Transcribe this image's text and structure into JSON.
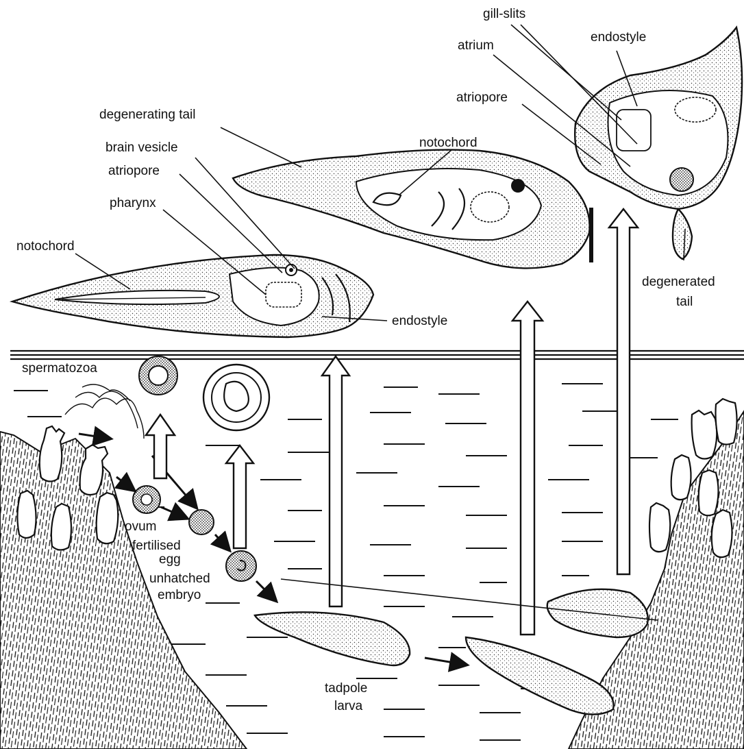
{
  "labels": {
    "larva_notochord": "notochord",
    "larva_pharynx": "pharynx",
    "larva_atriopore": "atriopore",
    "larva_brain_vesicle": "brain vesicle",
    "larva_endostyle": "endostyle",
    "meta_degenerating_tail": "degenerating tail",
    "meta_notochord": "notochord",
    "juv_gill_slits": "gill-slits",
    "juv_atrium": "atrium",
    "juv_endostyle": "endostyle",
    "juv_atriopore": "atriopore",
    "juv_degenerated_tail_1": "degenerated",
    "juv_degenerated_tail_2": "tail",
    "spermatozoa": "spermatozoa",
    "ovum": "ovum",
    "fertilised_egg_1": "fertilised",
    "fertilised_egg_2": "egg",
    "unhatched_embryo_1": "unhatched",
    "unhatched_embryo_2": "embryo",
    "tadpole_larva_1": "tadpole",
    "tadpole_larva_2": "larva"
  }
}
